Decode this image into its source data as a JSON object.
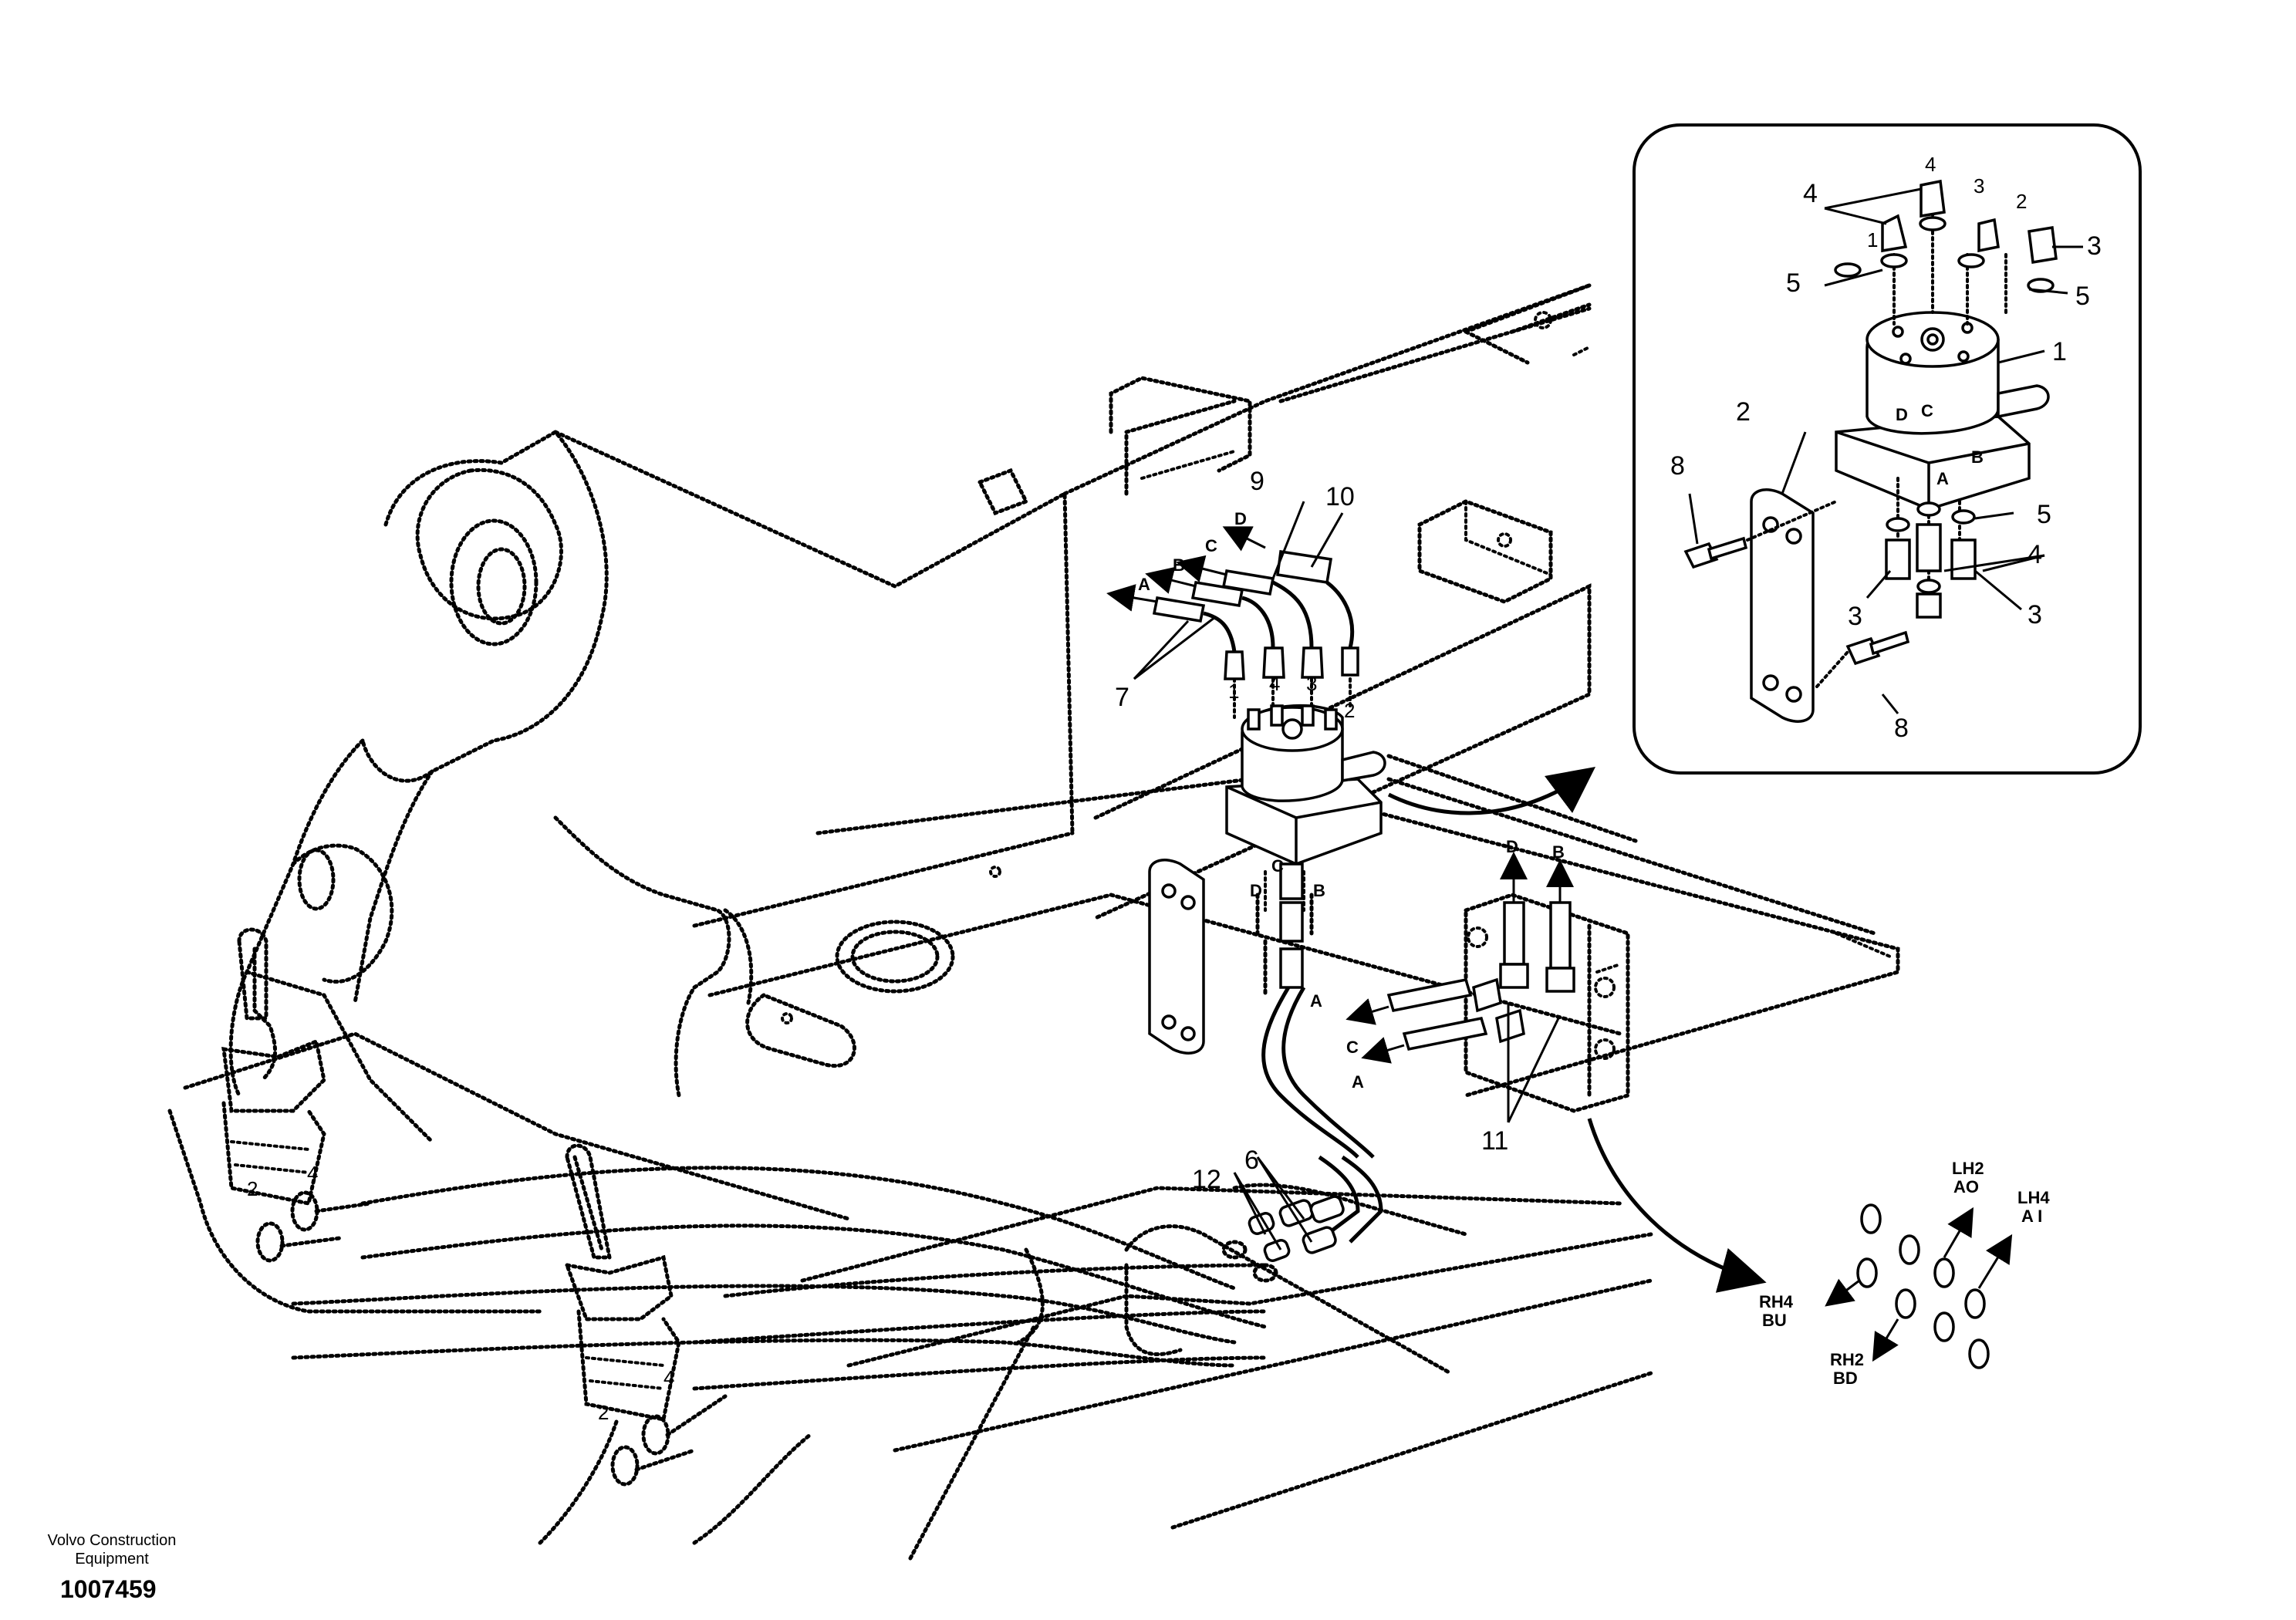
{
  "footer": {
    "brand_line1": "Volvo Construction",
    "brand_line2": "Equipment",
    "drawing_number": "1007459"
  },
  "callouts": {
    "c1": "1",
    "c2": "2",
    "c3": "3",
    "c4": "4",
    "c5": "5",
    "c6": "6",
    "c7": "7",
    "c8": "8",
    "c9": "9",
    "c10": "10",
    "c11": "11",
    "c12": "12"
  },
  "ports": {
    "a": "A",
    "b": "B",
    "c": "C",
    "d": "D"
  },
  "joystick_ports": {
    "p2": "2",
    "p4": "4"
  },
  "hose_ports": {
    "h1": "1",
    "h4": "4",
    "h3": "3",
    "h2": "2"
  },
  "inset_ports": {
    "i4": "4",
    "i3": "3",
    "i2": "2",
    "i1": "1"
  },
  "pattern_labels": {
    "lh2_1": "LH2",
    "lh2_2": "AO",
    "lh4_1": "LH4",
    "lh4_2": "A I",
    "rh4_1": "RH4",
    "rh4_2": "BU",
    "rh2_1": "RH2",
    "rh2_2": "BD"
  },
  "colors": {
    "line": "#000000",
    "background": "#ffffff"
  }
}
